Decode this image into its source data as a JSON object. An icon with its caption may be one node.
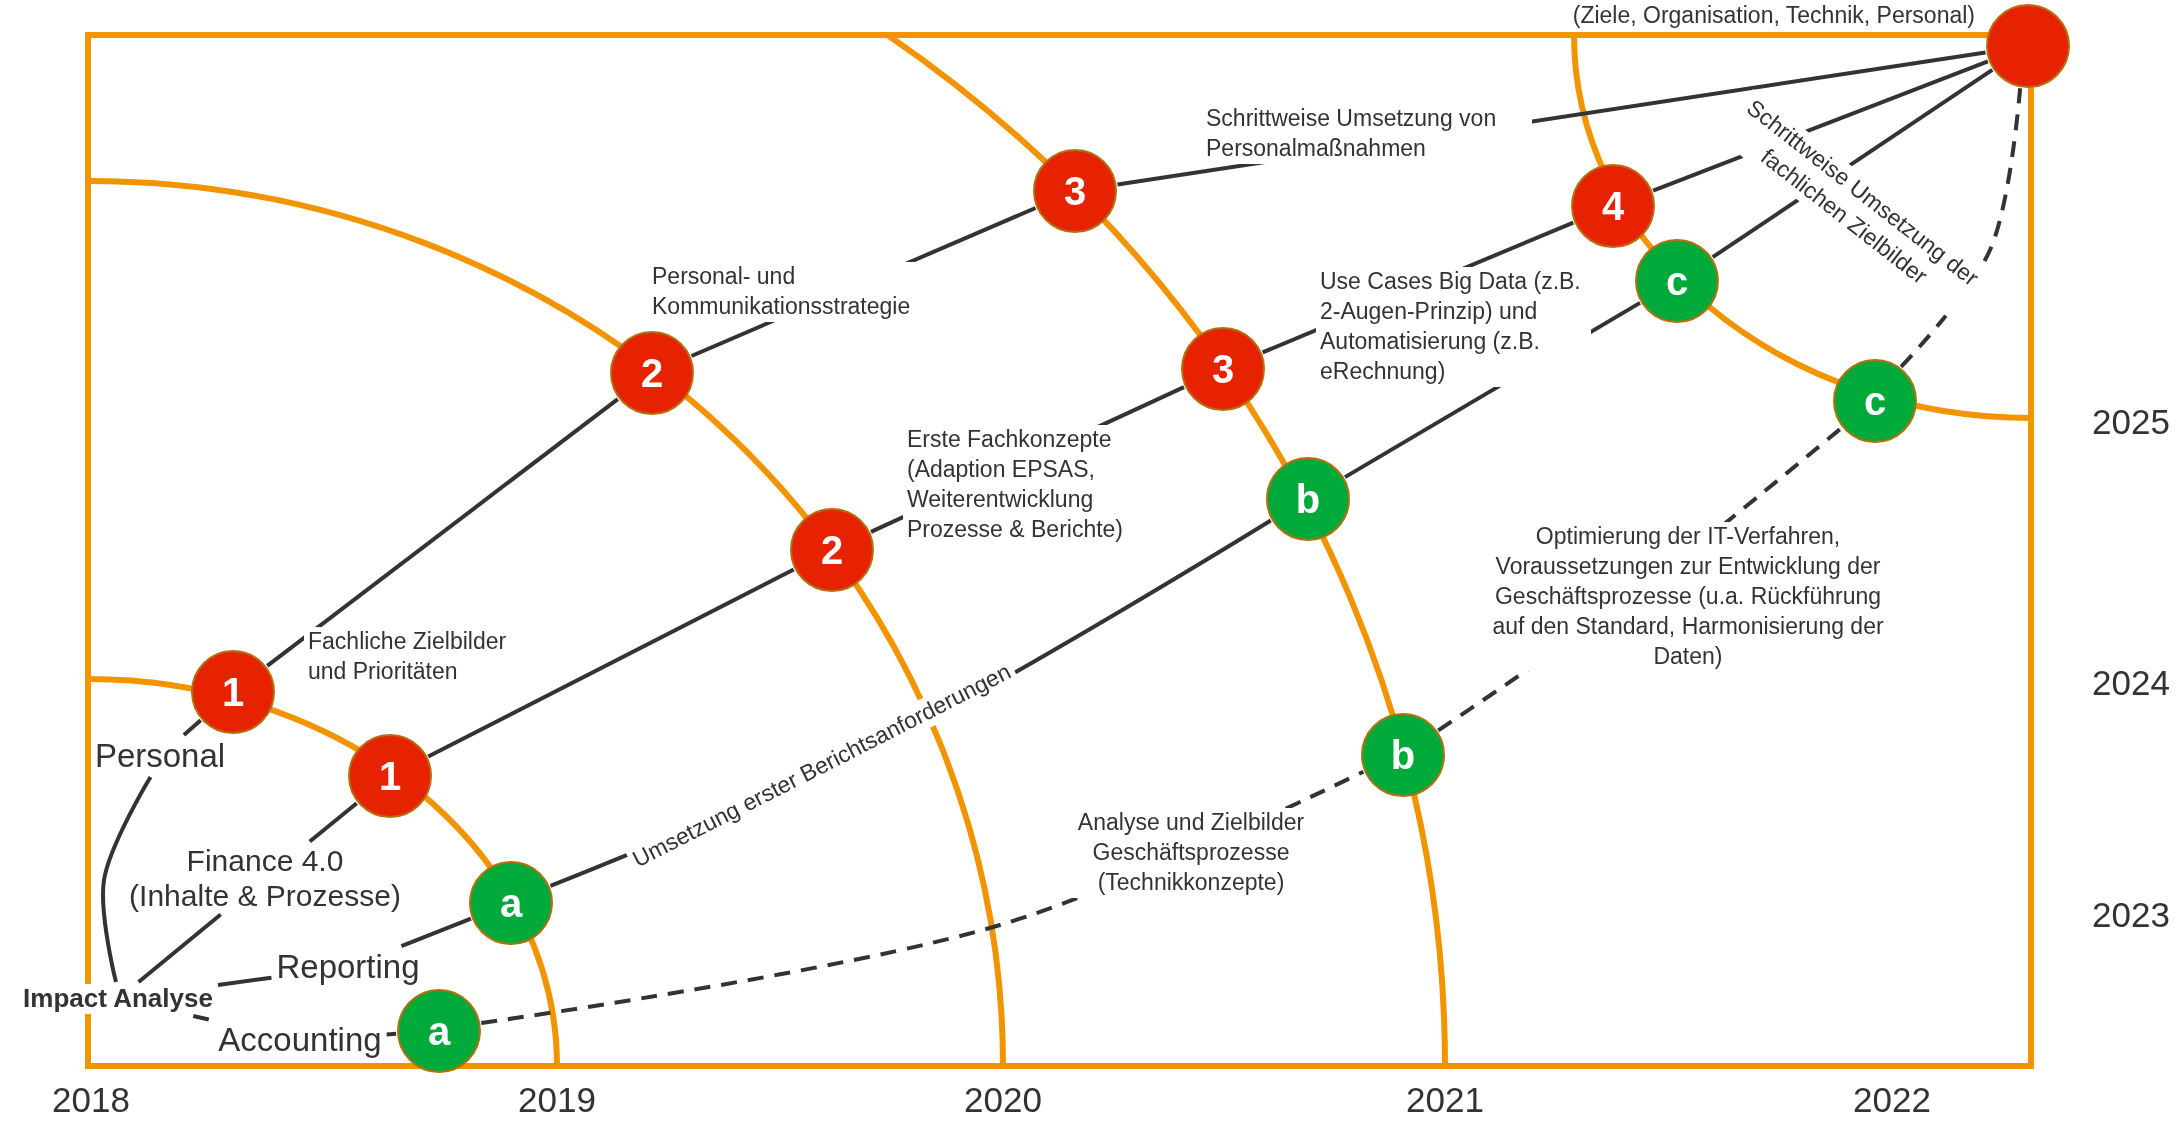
{
  "diagram": {
    "nodes": [
      {
        "text": [
          "Impact Analyse"
        ]
      },
      {
        "text": [
          "Personal"
        ]
      },
      {
        "text": [
          "Finance 4.0",
          "(Inhalte & Prozesse)"
        ]
      },
      {
        "text": [
          "Reporting"
        ]
      },
      {
        "text": [
          "Accounting"
        ]
      },
      {
        "text": [
          "1"
        ]
      },
      {
        "text": [
          "2"
        ]
      },
      {
        "text": [
          "3"
        ]
      },
      {
        "text": [
          "1"
        ]
      },
      {
        "text": [
          "2"
        ]
      },
      {
        "text": [
          "3"
        ]
      },
      {
        "text": [
          "4"
        ]
      },
      {
        "text": [
          "a"
        ]
      },
      {
        "text": [
          "b"
        ]
      },
      {
        "text": [
          "c"
        ]
      },
      {
        "text": [
          "a"
        ]
      },
      {
        "text": [
          "b"
        ]
      },
      {
        "text": [
          "c"
        ]
      },
      {
        "text": [],
        "shape": "circle",
        "beside": [
          "(Ziele, Organisation, Technik, Personal)"
        ]
      }
    ],
    "edges": [
      {
        "from": 0,
        "to": 1,
        "arrow": "none"
      },
      {
        "from": 0,
        "to": 2,
        "arrow": "none"
      },
      {
        "from": 0,
        "to": 3,
        "arrow": "none"
      },
      {
        "from": 0,
        "to": 4,
        "arrow": "none",
        "style": "dashed"
      },
      {
        "from": 1,
        "to": 5,
        "arrow": "none"
      },
      {
        "from": 5,
        "to": 6,
        "arrow": "none",
        "label": "Fachliche Zielbilder und Prioritäten"
      },
      {
        "from": 6,
        "to": 7,
        "arrow": "none",
        "label": "Personal- und Kommunikationsstrategie"
      },
      {
        "from": 7,
        "to": 18,
        "arrow": "none",
        "label": "Schrittweise Umsetzung von Personalmaßnahmen"
      },
      {
        "from": 2,
        "to": 8,
        "arrow": "none"
      },
      {
        "from": 8,
        "to": 9,
        "arrow": "none"
      },
      {
        "from": 9,
        "to": 10,
        "arrow": "none",
        "label": "Erste Fachkonzepte (Adaption EPSAS, Weiterentwicklung Prozesse & Berichte)"
      },
      {
        "from": 10,
        "to": 11,
        "arrow": "none",
        "label": "Use Cases Big Data (z.B. 2-Augen-Prinzip) und Automatisierung (z.B. eRechnung)"
      },
      {
        "from": 11,
        "to": 18,
        "arrow": "none"
      },
      {
        "from": 3,
        "to": 12,
        "arrow": "none"
      },
      {
        "from": 12,
        "to": 13,
        "arrow": "none",
        "label": "Umsetzung erster Berichtsanforderungen"
      },
      {
        "from": 13,
        "to": 14,
        "arrow": "none"
      },
      {
        "from": 14,
        "to": 18,
        "arrow": "none"
      },
      {
        "from": 4,
        "to": 15,
        "arrow": "none",
        "style": "dashed"
      },
      {
        "from": 15,
        "to": 16,
        "arrow": "none",
        "style": "dashed",
        "label": "Analyse und Zielbilder Geschäftsprozesse (Technikkonzepte)"
      },
      {
        "from": 16,
        "to": 17,
        "arrow": "none",
        "style": "dashed",
        "label": "Optimierung der IT-Verfahren, Voraussetzungen zur Entwicklung der Geschäftsprozesse (u.a. Rückführung auf den Standard, Harmonisierung der Daten)"
      },
      {
        "from": 17,
        "to": 18,
        "arrow": "none",
        "style": "dashed"
      }
    ],
    "labels": [
      "2018",
      "2019",
      "2020",
      "2021",
      "2022",
      "2025",
      "2024",
      "2023",
      "Schrittweise Umsetzung der fachlichen Zielbilder"
    ]
  }
}
